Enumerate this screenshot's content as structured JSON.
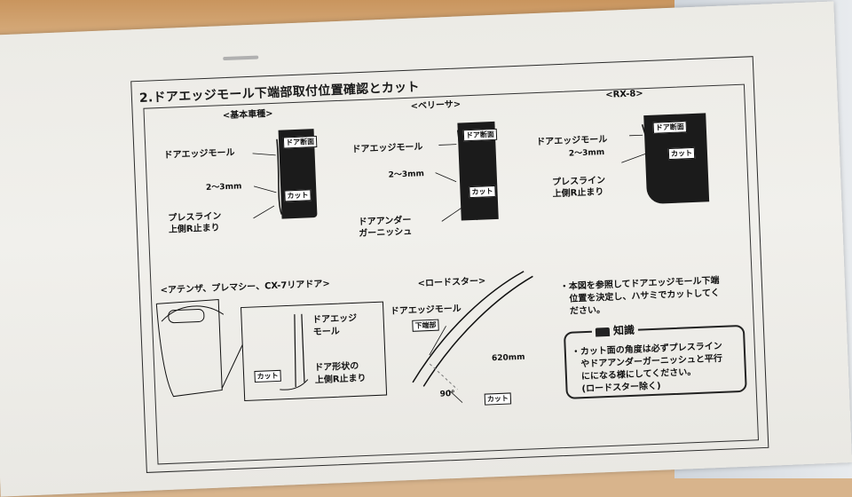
{
  "title": "2.ドアエッジモール下端部取付位置確認とカット",
  "sections": {
    "basic": {
      "heading": "<基本車種>",
      "mold": "ドアエッジモール",
      "gap": "2〜3mm",
      "press": "プレスライン",
      "press2": "上側R止まり",
      "section": "ドア断面",
      "cut": "カット"
    },
    "verisa": {
      "heading": "<ベリーサ>",
      "mold": "ドアエッジモール",
      "gap": "2〜3mm",
      "under": "ドアアンダー",
      "under2": "ガーニッシュ",
      "section": "ドア断面",
      "cut": "カット"
    },
    "rx8": {
      "heading": "<RX-8>",
      "mold": "ドアエッジモール",
      "gap": "2〜3mm",
      "press": "プレスライン",
      "press2": "上側R止まり",
      "section": "ドア断面",
      "cut": "カット"
    },
    "atenza": {
      "heading": "<アテンザ、プレマシー、CX-7リアドア>",
      "mold": "ドアエッジ",
      "mold2": "モール",
      "cut": "カット",
      "shape": "ドア形状の",
      "shape2": "上側R止まり"
    },
    "roadster": {
      "heading": "<ロードスター>",
      "mold": "ドアエッジモール",
      "lower": "下端部",
      "length": "620mm",
      "angle": "90°",
      "cut": "カット"
    }
  },
  "instruction": {
    "line1": "・本図を参照してドアエッジモール下端",
    "line2": "位置を決定し、ハサミでカットしてく",
    "line3": "ださい。"
  },
  "knowledge": {
    "heading": "知識",
    "line1": "・カット面の角度は必ずプレスライン",
    "line2": "やドアアンダーガーニッシュと平行",
    "line3": "にになる様にしてください。",
    "line4": "(ロードスター除く)"
  }
}
